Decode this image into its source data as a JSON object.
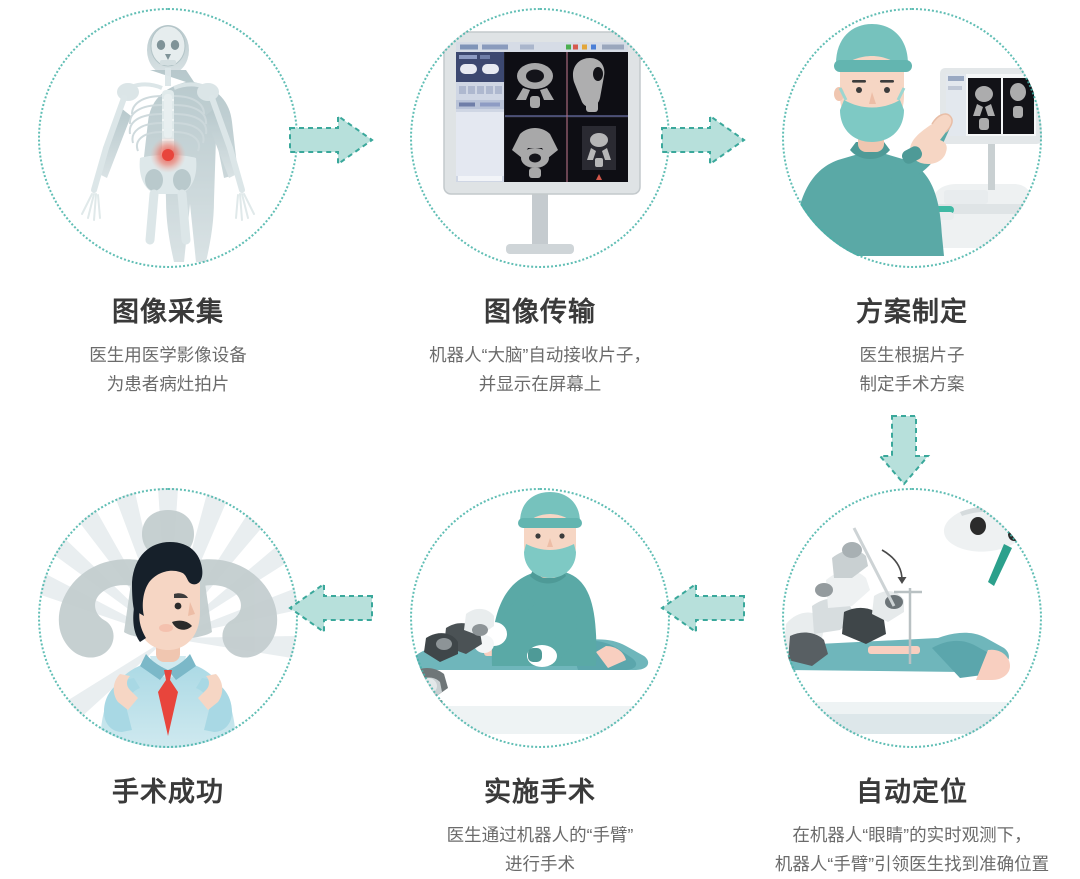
{
  "theme": {
    "accent_teal": "#45b3a8",
    "arrow_fill": "#b7e0db",
    "arrow_dash": "#3aa89b",
    "title_color": "#3a3a3a",
    "desc_color": "#6b6b6b",
    "scrubs_teal": "#5aa9a6",
    "skin": "#f6d6c4",
    "lesion_red": "#e8453c",
    "bone_gray": "#c9d6d8",
    "background": "#ffffff"
  },
  "steps": [
    {
      "id": "image-acquisition",
      "index": 1,
      "title": "图像采集",
      "desc": "医生用医学影像设备\n为患者病灶拍片",
      "illustration": "skeleton-xray-with-lesion"
    },
    {
      "id": "image-transfer",
      "index": 2,
      "title": "图像传输",
      "desc": "机器人“大脑”自动接收片子，\n并显示在屏幕上",
      "illustration": "medical-imaging-monitor"
    },
    {
      "id": "plan-formulation",
      "index": 3,
      "title": "方案制定",
      "desc": "医生根据片子\n制定手术方案",
      "illustration": "surgeon-pointing-at-monitor"
    },
    {
      "id": "auto-positioning",
      "index": 4,
      "title": "自动定位",
      "desc": "在机器人“眼睛”的实时观测下，\n机器人“手臂”引领医生找到准确位置",
      "illustration": "robot-arm-over-patient-with-tracking-camera"
    },
    {
      "id": "perform-surgery",
      "index": 5,
      "title": "实施手术",
      "desc": "医生通过机器人的“手臂”\n进行手术",
      "illustration": "surgeon-operating-with-robot-arm"
    },
    {
      "id": "surgery-success",
      "index": 6,
      "title": "手术成功",
      "desc": "",
      "illustration": "recovered-patient-flexing-muscles"
    }
  ],
  "arrows": [
    {
      "id": "arrow-1-to-2",
      "direction": "right",
      "style": "dashed-outline-filled"
    },
    {
      "id": "arrow-2-to-3",
      "direction": "right",
      "style": "dashed-outline-filled"
    },
    {
      "id": "arrow-3-to-4",
      "direction": "down",
      "style": "dashed-outline-filled"
    },
    {
      "id": "arrow-4-to-5",
      "direction": "left",
      "style": "dashed-outline-filled"
    },
    {
      "id": "arrow-5-to-6",
      "direction": "left",
      "style": "dashed-outline-filled"
    }
  ],
  "monitor_ui": {
    "panel_count": 4,
    "sidebar_label": "imaging-toolbar",
    "scan_type": "CT/MRI cross sections"
  }
}
